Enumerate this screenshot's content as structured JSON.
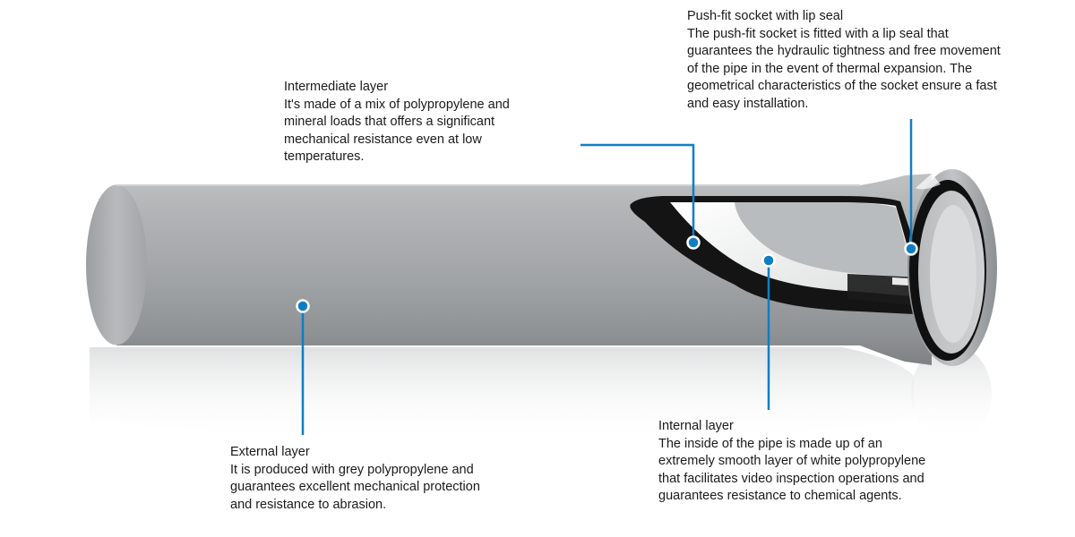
{
  "annotations": {
    "socket": {
      "title": "Push-fit socket with lip seal",
      "desc": "The push-fit socket is fitted with a lip seal that guarantees the hydraulic tightness and free movement of the pipe in the event of thermal expansion. The geometrical characteristics of the socket ensure a fast and easy installation."
    },
    "intermediate": {
      "title": "Intermediate layer",
      "desc": "It's made of a mix of polypropylene and mineral loads that offers a significant mechanical resistance even at low temperatures."
    },
    "external": {
      "title": "External layer",
      "desc": "It is produced with grey polypropylene and guarantees excellent mechanical protection and resistance to abrasion."
    },
    "internal": {
      "title": "Internal layer",
      "desc": "The inside of the pipe is made up of an extremely smooth layer of white polypropylene that facilitates video inspection operations and guarantees resistance to chemical agents."
    }
  },
  "colors": {
    "pipe_grey": "#a3a6a8",
    "pipe_light": "#c7c9ca",
    "pipe_dark": "#7d8082",
    "intermediate_black": "#141414",
    "internal_white": "#f2f2f2",
    "callout_blue": "#0e7ec4"
  }
}
